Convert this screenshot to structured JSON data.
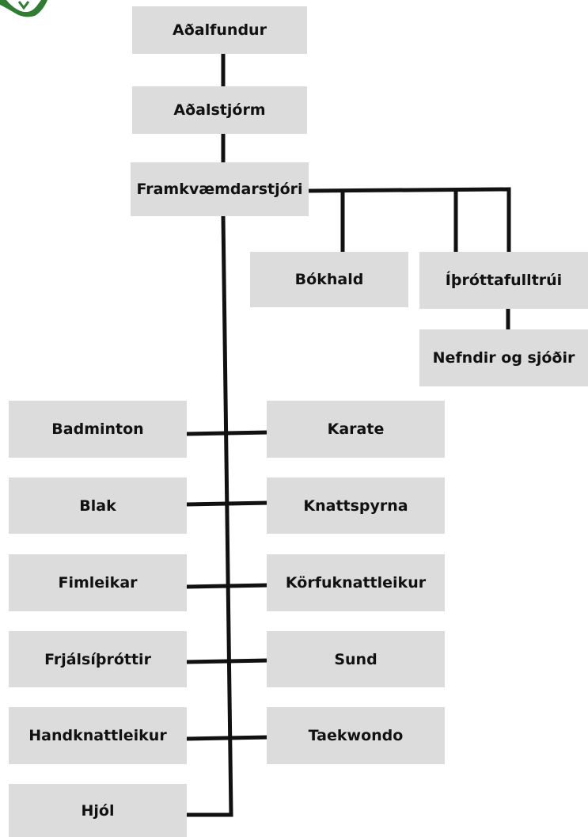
{
  "colors": {
    "box": "#dcdcdc",
    "line": "#111111",
    "logo": "#2e7d32"
  },
  "logo": {
    "icon": "club-logo-icon"
  },
  "nodes": {
    "adalfundur": "Aðalfundur",
    "adalstjorn": "Aðalstjórm",
    "framkvaemdarstjori": "Framkvæmdarstjóri",
    "bokhald": "Bókhald",
    "ithrottafulltrui": "Íþróttafulltrúi",
    "nefndir": "Nefndir og sjóðir"
  },
  "departments": {
    "left": [
      "Badminton",
      "Blak",
      "Fimleikar",
      "Frjálsíþróttir",
      "Handknattleikur",
      "Hjól"
    ],
    "right": [
      "Karate",
      "Knattspyrna",
      "Körfuknattleikur",
      "Sund",
      "Taekwondo"
    ]
  }
}
